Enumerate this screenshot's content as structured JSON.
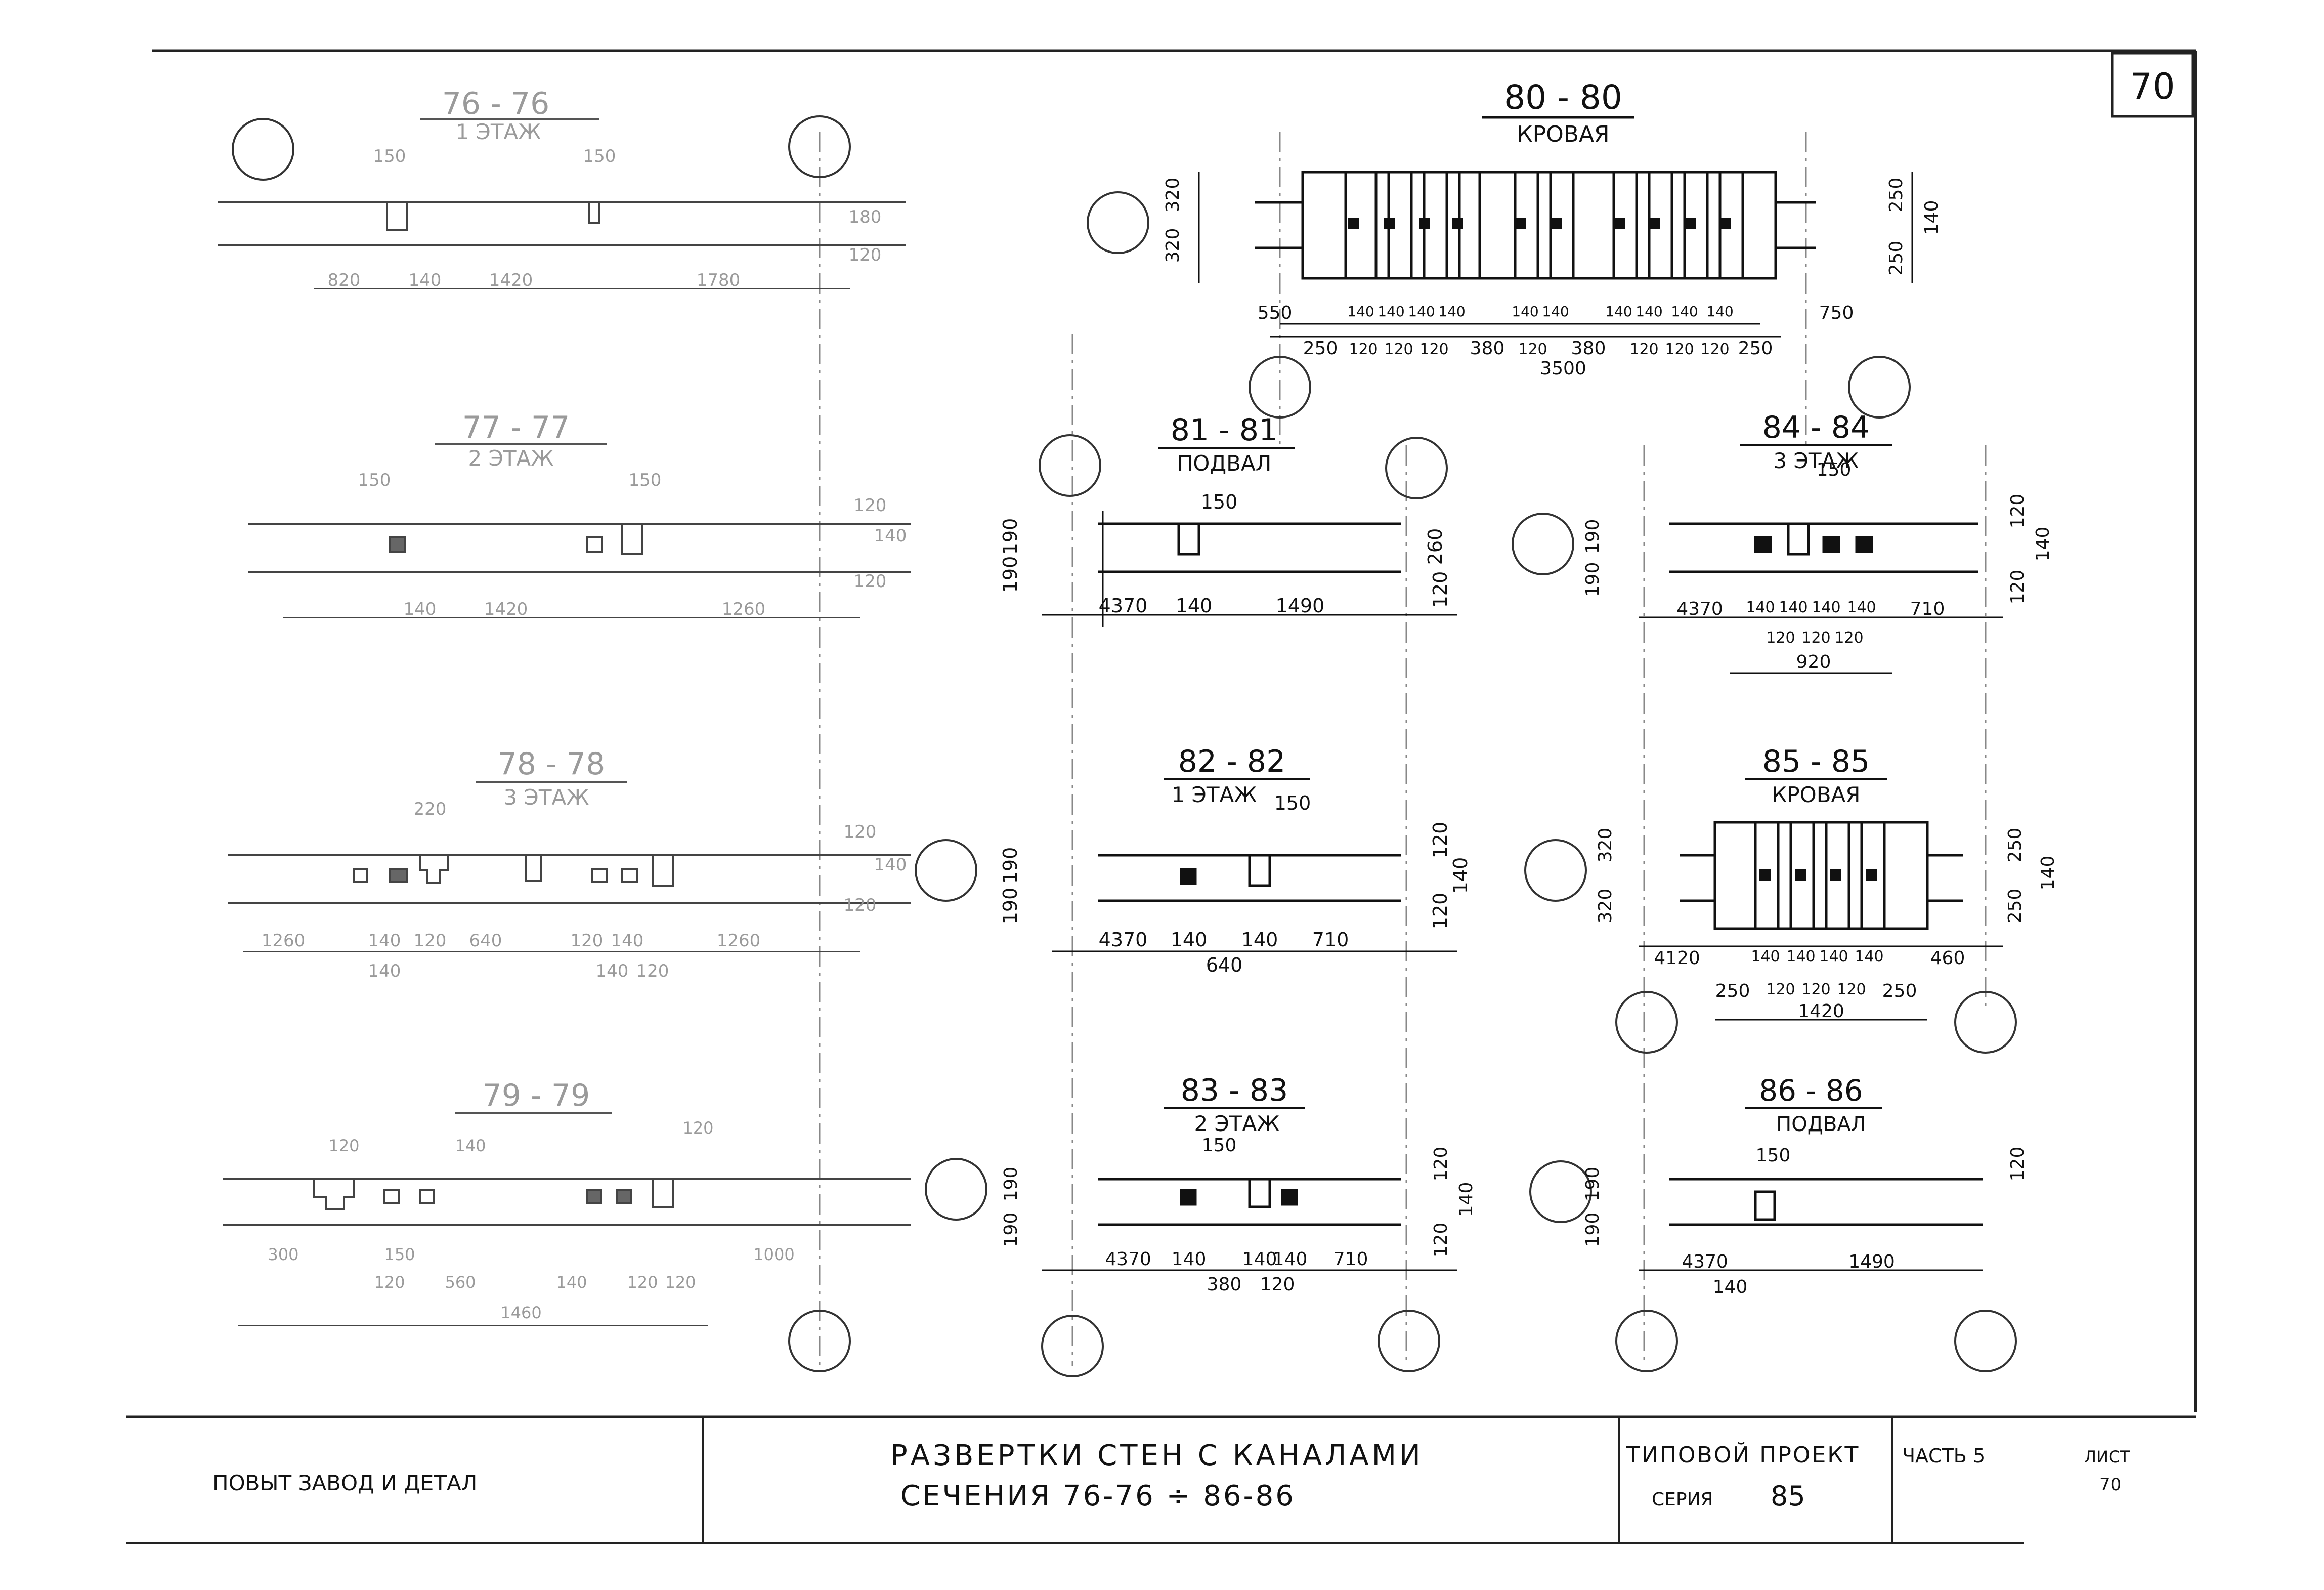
{
  "sheet_number": "70",
  "sections": [
    {
      "id": "s76",
      "title": "76 - 76",
      "level": "1 ЭТАЖ",
      "dims": [
        "150",
        "150",
        "180",
        "120",
        "820",
        "140",
        "1420",
        "1780"
      ]
    },
    {
      "id": "s77",
      "title": "77 - 77",
      "level": "2 ЭТАЖ",
      "dims": [
        "150",
        "150",
        "120",
        "140",
        "120",
        "140",
        "1420",
        "1260"
      ]
    },
    {
      "id": "s78",
      "title": "78 - 78",
      "level": "3 ЭТАЖ",
      "dims": [
        "220",
        "120",
        "140",
        "120",
        "1260",
        "140",
        "120",
        "140",
        "640",
        "120",
        "140",
        "140",
        "120",
        "1260"
      ]
    },
    {
      "id": "s79",
      "title": "79 - 79",
      "level": "",
      "dims": [
        "120",
        "140",
        "120",
        "300",
        "150",
        "120",
        "560",
        "140",
        "120",
        "120",
        "1000",
        "1460"
      ]
    },
    {
      "id": "s80",
      "title": "80 - 80",
      "level": "КРОВАЯ",
      "dims": [
        "320",
        "320",
        "250",
        "140",
        "250",
        "550",
        "140",
        "140",
        "140",
        "140",
        "140",
        "140",
        "140",
        "140",
        "140",
        "140",
        "750",
        "250",
        "120",
        "120",
        "120",
        "380",
        "120",
        "380",
        "120",
        "120",
        "120",
        "250",
        "3500"
      ]
    },
    {
      "id": "s81",
      "title": "81 - 81",
      "level": "ПОДВАЛ",
      "dims": [
        "150",
        "190",
        "190",
        "260",
        "120",
        "4370",
        "140",
        "1490"
      ]
    },
    {
      "id": "s82",
      "title": "82 - 82",
      "level": "1 ЭТАЖ",
      "dims": [
        "150",
        "190",
        "190",
        "120",
        "140",
        "120",
        "4370",
        "140",
        "140",
        "710",
        "640"
      ]
    },
    {
      "id": "s83",
      "title": "83 - 83",
      "level": "2 ЭТАЖ",
      "dims": [
        "150",
        "190",
        "190",
        "120",
        "140",
        "120",
        "4370",
        "140",
        "140",
        "140",
        "710",
        "380",
        "120"
      ]
    },
    {
      "id": "s84",
      "title": "84 - 84",
      "level": "3 ЭТАЖ",
      "dims": [
        "150",
        "190",
        "190",
        "120",
        "140",
        "120",
        "4370",
        "140",
        "140",
        "140",
        "140",
        "710",
        "120",
        "120",
        "120",
        "920"
      ]
    },
    {
      "id": "s85",
      "title": "85 - 85",
      "level": "КРОВАЯ",
      "dims": [
        "320",
        "320",
        "250",
        "140",
        "250",
        "4120",
        "140",
        "140",
        "140",
        "140",
        "460",
        "250",
        "120",
        "120",
        "120",
        "250",
        "1420"
      ]
    },
    {
      "id": "s86",
      "title": "86 - 86",
      "level": "ПОДВАЛ",
      "dims": [
        "150",
        "190",
        "190",
        "120",
        "4370",
        "1490",
        "140"
      ]
    }
  ],
  "title_block": {
    "org": "ПОВЫТ ЗАВОД И ДЕТАЛ",
    "title_line1": "РАЗВЕРТКИ СТЕН С КАНАЛАМИ",
    "title_line2": "СЕЧЕНИЯ 76-76 ÷ 86-86",
    "project_line1": "ТИПОВОЙ ПРОЕКТ",
    "series_label": "СЕРИЯ",
    "series_value": "85",
    "part_label": "ЧАСТЬ 5",
    "sheet_label": "ЛИСТ",
    "sheet_value": "70"
  }
}
